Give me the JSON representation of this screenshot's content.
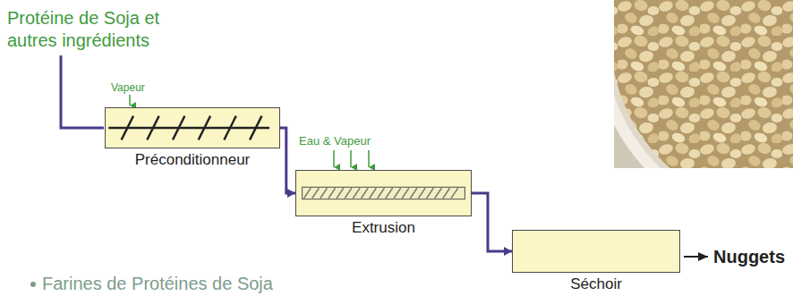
{
  "diagram": {
    "nodes": [
      {
        "text": [
          "Préconditionneur"
        ]
      },
      {
        "text": [
          "Extrusion"
        ]
      },
      {
        "text": [
          "Séchoir"
        ]
      }
    ],
    "edges": [
      {
        "from": 0,
        "to": 1,
        "arrow": "to"
      },
      {
        "from": 1,
        "to": 2,
        "arrow": "to"
      }
    ],
    "labels": [
      "Protéine de Soja et autres ingrédients",
      "Vapeur",
      "Eau & Vapeur",
      "Nuggets",
      "Farines de Protéines de Soja"
    ]
  }
}
